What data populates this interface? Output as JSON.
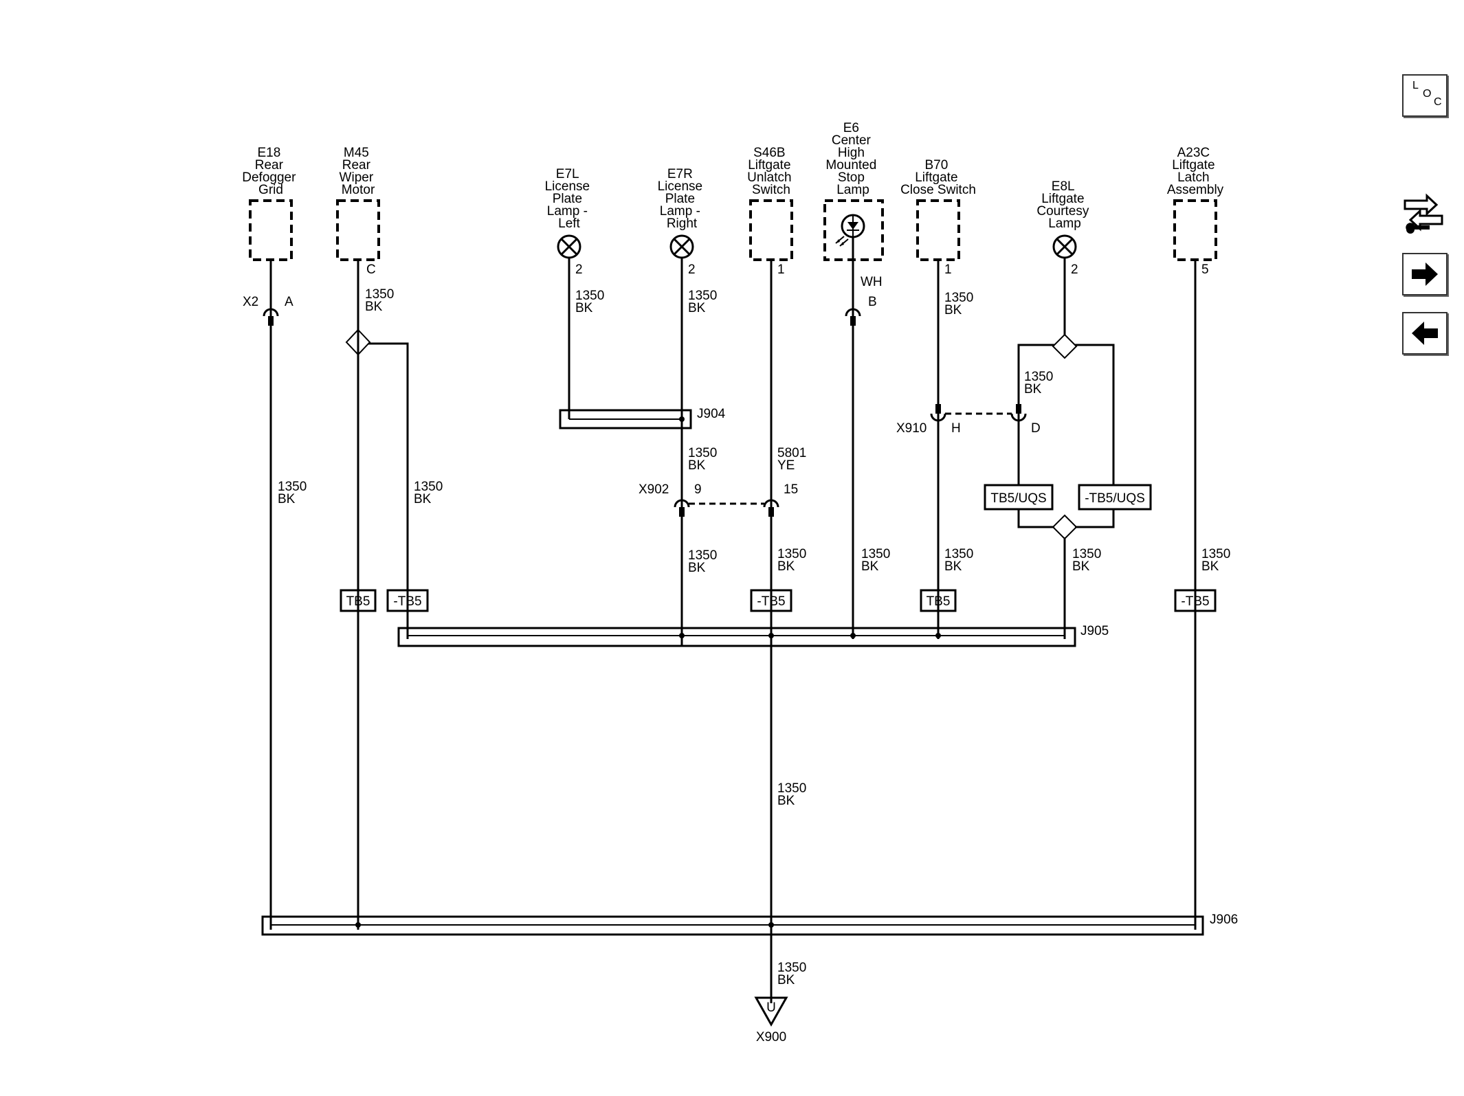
{
  "components": [
    {
      "id": "E18",
      "lines": [
        "E18",
        "Rear",
        "Defogger",
        "Grid"
      ],
      "pin": "A"
    },
    {
      "id": "M45",
      "lines": [
        "M45",
        "Rear",
        "Wiper",
        "Motor"
      ],
      "pin": "C"
    },
    {
      "id": "E7L",
      "lines": [
        "E7L",
        "License",
        "Plate",
        "Lamp -",
        "Left"
      ],
      "pin": "2"
    },
    {
      "id": "E7R",
      "lines": [
        "E7R",
        "License",
        "Plate",
        "Lamp -",
        "Right"
      ],
      "pin": "2"
    },
    {
      "id": "S46B",
      "lines": [
        "S46B",
        "Liftgate",
        "Unlatch",
        "Switch"
      ],
      "pin": "1"
    },
    {
      "id": "E6",
      "lines": [
        "E6",
        "Center",
        "High",
        "Mounted",
        "Stop",
        "Lamp"
      ],
      "pin": "B"
    },
    {
      "id": "B70",
      "lines": [
        "B70",
        "Liftgate",
        "Close Switch"
      ],
      "pin": "1"
    },
    {
      "id": "E8L",
      "lines": [
        "E8L",
        "Liftgate",
        "Courtesy",
        "Lamp"
      ],
      "pin": "2"
    },
    {
      "id": "A23C",
      "lines": [
        "A23C",
        "Liftgate",
        "Latch",
        "Assembly"
      ],
      "pin": "5"
    }
  ],
  "wire": {
    "gauge": "1350",
    "color_bk": "BK",
    "wh": "WH",
    "ye_circuit": "5801",
    "ye": "YE"
  },
  "connectors": {
    "x2": "X2",
    "x902": "X902",
    "x910": "X910",
    "x900": "X900",
    "pin_9": "9",
    "pin_15": "15",
    "pin_h": "H",
    "pin_d": "D",
    "ground_pin": "U"
  },
  "splices": {
    "j904": "J904",
    "j905": "J905",
    "j906": "J906"
  },
  "options": {
    "tb5": "TB5",
    "not_tb5": "-TB5",
    "tb5_uqs": "TB5/UQS",
    "not_tb5_uqs": "-TB5/UQS"
  },
  "nav": {
    "loc": [
      "L",
      "O",
      "C"
    ]
  },
  "colors": {
    "line": "#000000",
    "background": "#ffffff"
  }
}
